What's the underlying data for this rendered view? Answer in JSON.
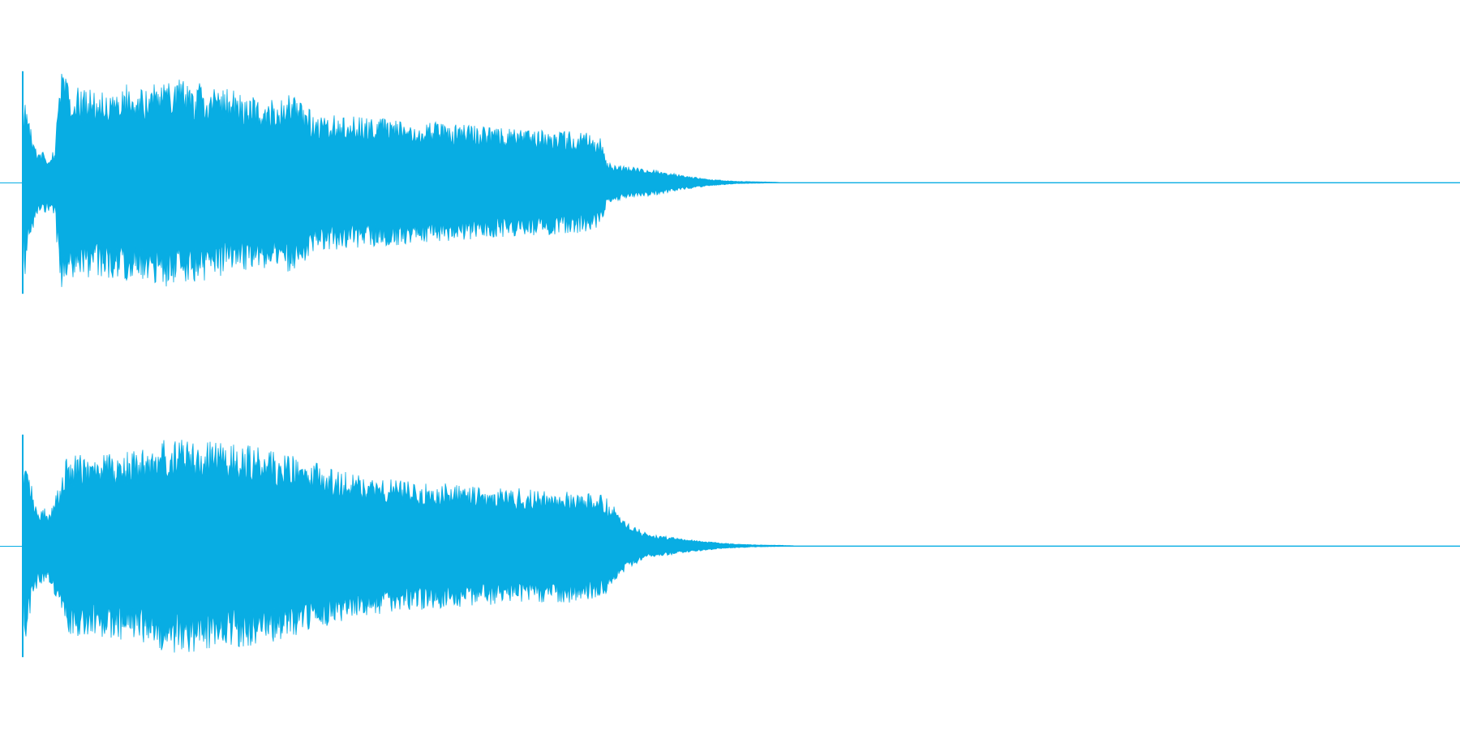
{
  "colors": {
    "background": "#ffffff",
    "waveform": "#08ade3",
    "baseline": "#08ade3"
  },
  "channels": [
    {
      "name": "channel-1",
      "envelope": [
        [
          0.0,
          0.0
        ],
        [
          0.001,
          0.92
        ],
        [
          0.004,
          0.55
        ],
        [
          0.01,
          0.3
        ],
        [
          0.018,
          0.25
        ],
        [
          0.022,
          0.3
        ],
        [
          0.026,
          1.0
        ],
        [
          0.04,
          0.82
        ],
        [
          0.06,
          0.88
        ],
        [
          0.08,
          0.86
        ],
        [
          0.1,
          0.92
        ],
        [
          0.12,
          0.88
        ],
        [
          0.15,
          0.8
        ],
        [
          0.17,
          0.74
        ],
        [
          0.185,
          0.8
        ],
        [
          0.2,
          0.6
        ],
        [
          0.23,
          0.58
        ],
        [
          0.26,
          0.55
        ],
        [
          0.29,
          0.53
        ],
        [
          0.31,
          0.5
        ],
        [
          0.33,
          0.48
        ],
        [
          0.36,
          0.46
        ],
        [
          0.38,
          0.45
        ],
        [
          0.395,
          0.42
        ],
        [
          0.398,
          0.35
        ],
        [
          0.4,
          0.18
        ],
        [
          0.415,
          0.14
        ],
        [
          0.43,
          0.12
        ],
        [
          0.45,
          0.07
        ],
        [
          0.47,
          0.03
        ],
        [
          0.49,
          0.01
        ],
        [
          0.51,
          0.005
        ],
        [
          0.52,
          0.0
        ]
      ]
    },
    {
      "name": "channel-2",
      "envelope": [
        [
          0.0,
          0.0
        ],
        [
          0.001,
          0.98
        ],
        [
          0.004,
          0.65
        ],
        [
          0.01,
          0.35
        ],
        [
          0.018,
          0.32
        ],
        [
          0.026,
          0.55
        ],
        [
          0.03,
          0.8
        ],
        [
          0.06,
          0.82
        ],
        [
          0.08,
          0.85
        ],
        [
          0.1,
          0.95
        ],
        [
          0.13,
          0.92
        ],
        [
          0.15,
          0.9
        ],
        [
          0.17,
          0.85
        ],
        [
          0.19,
          0.78
        ],
        [
          0.21,
          0.7
        ],
        [
          0.23,
          0.62
        ],
        [
          0.26,
          0.58
        ],
        [
          0.29,
          0.55
        ],
        [
          0.32,
          0.52
        ],
        [
          0.35,
          0.5
        ],
        [
          0.38,
          0.5
        ],
        [
          0.398,
          0.46
        ],
        [
          0.405,
          0.35
        ],
        [
          0.415,
          0.2
        ],
        [
          0.43,
          0.1
        ],
        [
          0.445,
          0.08
        ],
        [
          0.46,
          0.05
        ],
        [
          0.48,
          0.025
        ],
        [
          0.5,
          0.01
        ],
        [
          0.52,
          0.005
        ],
        [
          0.53,
          0.0
        ]
      ]
    }
  ]
}
